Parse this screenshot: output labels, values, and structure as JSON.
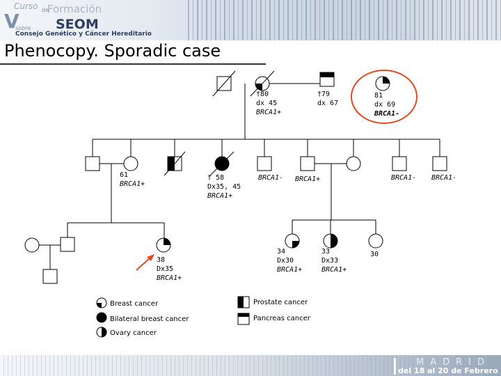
{
  "header": {
    "logo_curso": "Curso",
    "logo_de": "de",
    "logo_formacion": "Formación",
    "logo_num": "V",
    "logo_sobre": "sobre",
    "logo_seom": "SEOM",
    "logo_sub": "Consejo Genético y Cáncer Hereditario"
  },
  "title": "Phenocopy. Sporadic case",
  "pedigree": {
    "grandmother": [
      "†80",
      "dx 45",
      "BRCA1+"
    ],
    "grandfather": [
      "†79",
      "dx 67"
    ],
    "grand_aunt": [
      "81",
      "dx 69",
      "BRCA1-"
    ],
    "gen2_label_61": [
      "61",
      "BRCA1+"
    ],
    "gen2_label_58": [
      "† 58",
      "Dx35, 45",
      "BRCA1+"
    ],
    "gen2_label_brca_minus_1": "BRCA1-",
    "gen2_label_brca_plus": "BRCA1+",
    "gen2_label_brca_minus_2": "BRCA1-",
    "gen2_label_brca_minus_3": "BRCA1-",
    "proband": [
      "38",
      "Dx35",
      "BRCA1+"
    ],
    "gen3_34": [
      "34",
      "Dx30",
      "BRCA1+"
    ],
    "gen3_33": [
      "33",
      "Dx33",
      "BRCA1+"
    ],
    "gen3_30": "30"
  },
  "legend": {
    "breast": "Breast cancer",
    "bilateral": "Bilateral breast cancer",
    "ovary": "Ovary cancer",
    "prostate": "Prostate cancer",
    "pancreas": "Pancreas cancer"
  },
  "colors": {
    "highlight": "#e04a1e",
    "arrow": "#e04a1e",
    "ink": "#000000"
  },
  "footer": {
    "madrid": "MADRID",
    "dates": "del 18 al 20 de Febrero"
  }
}
